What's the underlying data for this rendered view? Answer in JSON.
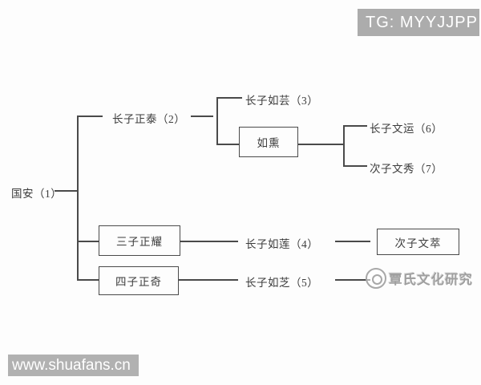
{
  "badges": {
    "tg": "TG: MYYJJPP",
    "site": "www.shuafans.cn"
  },
  "watermark": {
    "text": "覃氏文化研究"
  },
  "colors": {
    "line": "#4a4a4a",
    "badge_gray": "#acacac",
    "watermark_gray": "#9f9f9f",
    "background": "#fdfdfd"
  },
  "tree": {
    "nodes": {
      "guoan": "国安（1）",
      "zhengtai": "长子正泰（2）",
      "ruyun": "长子如芸（3）",
      "ruxun": "如熏",
      "wenyun": "长子文运（6）",
      "wenxiu": "次子文秀（7）",
      "zhengyao": "三子正耀",
      "rulian": "长子如莲（4）",
      "wencui": "次子文萃",
      "zhengqi": "四子正奇",
      "ruzhi": "长子如芝（5）"
    },
    "relations": [
      {
        "parent": "国安（1）",
        "children": [
          "长子正泰（2）",
          "三子正耀",
          "四子正奇"
        ]
      },
      {
        "parent": "长子正泰（2）",
        "children": [
          "长子如芸（3）",
          "如熏"
        ]
      },
      {
        "parent": "如熏",
        "children": [
          "长子文运（6）",
          "次子文秀（7）"
        ]
      },
      {
        "parent": "三子正耀",
        "children": [
          "长子如莲（4）"
        ]
      },
      {
        "parent": "长子如莲（4）",
        "children": [
          "次子文萃"
        ]
      },
      {
        "parent": "四子正奇",
        "children": [
          "长子如芝（5）"
        ]
      }
    ]
  }
}
